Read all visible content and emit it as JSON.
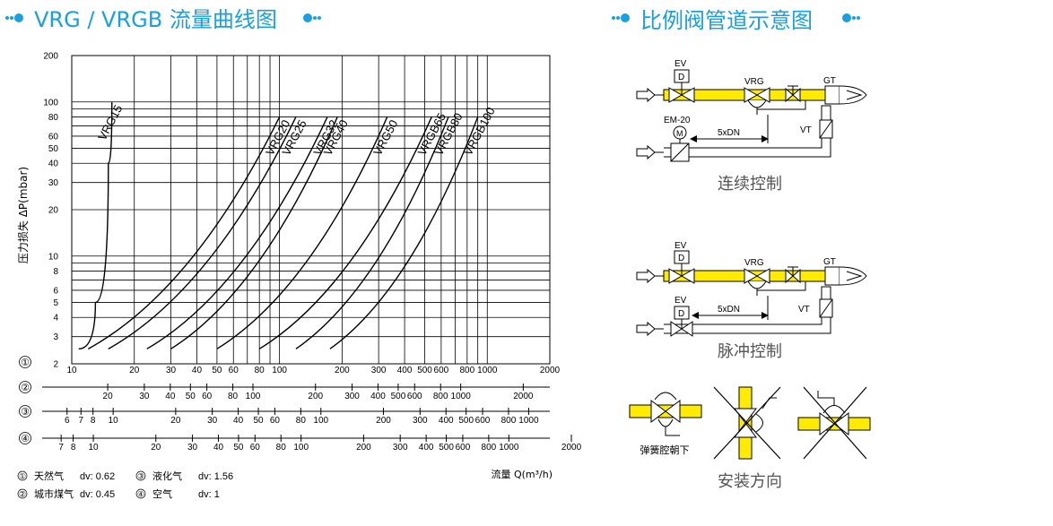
{
  "left_title": "VRG / VRGB 流量曲线图",
  "right_title": "比例阀管道示意图",
  "accent_color": "#1aa0e0",
  "chart_data": {
    "type": "line",
    "x_scale": "log",
    "y_scale": "log",
    "xlim": [
      10,
      2000
    ],
    "ylim": [
      2,
      200
    ],
    "grid": true,
    "ylabel": "压力损失 ΔP(mbar)",
    "xlabel": "流量 Q(m³/h)",
    "y_ticks": [
      2,
      3,
      4,
      5,
      6,
      8,
      10,
      20,
      30,
      40,
      50,
      60,
      80,
      100,
      200
    ],
    "series": [
      {
        "name": "VRG15",
        "x": [
          10.8,
          13,
          15,
          15.6
        ],
        "y": [
          2.5,
          5,
          40,
          100
        ]
      },
      {
        "name": "VRG20",
        "x": [
          12,
          100
        ],
        "y": [
          2.5,
          80
        ]
      },
      {
        "name": "VRG25",
        "x": [
          15,
          120
        ],
        "y": [
          2.5,
          80
        ]
      },
      {
        "name": "VRG32",
        "x": [
          23,
          170
        ],
        "y": [
          2.5,
          80
        ]
      },
      {
        "name": "VRG40",
        "x": [
          30,
          190
        ],
        "y": [
          2.5,
          80
        ]
      },
      {
        "name": "VRG50",
        "x": [
          50,
          330
        ],
        "y": [
          2.5,
          80
        ]
      },
      {
        "name": "VRGB65",
        "x": [
          80,
          540
        ],
        "y": [
          2.5,
          80
        ]
      },
      {
        "name": "VRGB80",
        "x": [
          120,
          650
        ],
        "y": [
          2.5,
          80
        ]
      },
      {
        "name": "VRGB100",
        "x": [
          175,
          900
        ],
        "y": [
          2.5,
          80
        ]
      }
    ],
    "gas_scales": [
      {
        "id": "①",
        "ticks": [
          "10",
          "20",
          "30",
          "40",
          "50",
          "60",
          "80",
          "100",
          "200",
          "300",
          "400",
          "500",
          "600",
          "800",
          "1000",
          "2000"
        ]
      },
      {
        "id": "②",
        "ticks": [
          "20",
          "30",
          "40",
          "50",
          "60",
          "80",
          "100",
          "200",
          "300",
          "400",
          "500",
          "600",
          "800",
          "1000",
          "2000"
        ]
      },
      {
        "id": "③",
        "ticks": [
          "6",
          "7",
          "8",
          "10",
          "20",
          "30",
          "40",
          "50",
          "60",
          "80",
          "100",
          "200",
          "300",
          "400",
          "500",
          "600",
          "800",
          "1000"
        ]
      },
      {
        "id": "④",
        "ticks": [
          "7",
          "8",
          "10",
          "20",
          "30",
          "40",
          "50",
          "60",
          "80",
          "100",
          "200",
          "300",
          "400",
          "500",
          "600",
          "800",
          "1000",
          "2000"
        ]
      }
    ],
    "legend": [
      {
        "id": "①",
        "gas": "天然气",
        "dv": "dv: 0.62"
      },
      {
        "id": "②",
        "gas": "城市煤气",
        "dv": "dv: 0.45"
      },
      {
        "id": "③",
        "gas": "液化气",
        "dv": "dv: 1.56"
      },
      {
        "id": "④",
        "gas": "空气",
        "dv": "dv: 1"
      }
    ]
  },
  "diagrams": {
    "continuous": {
      "caption": "连续控制",
      "labels": {
        "ev": "EV",
        "d": "D",
        "vrg": "VRG",
        "gt": "GT",
        "em": "EM-20",
        "m": "M",
        "dn": "5xDN",
        "vt": "VT"
      }
    },
    "pulse": {
      "caption": "脉冲控制",
      "labels": {
        "ev1": "EV",
        "d1": "D",
        "vrg": "VRG",
        "gt": "GT",
        "ev2": "EV",
        "d2": "D",
        "dn": "5xDN",
        "vt": "VT"
      }
    },
    "install": {
      "caption": "安装方向",
      "spring_label": "弹簧腔朝下"
    }
  }
}
